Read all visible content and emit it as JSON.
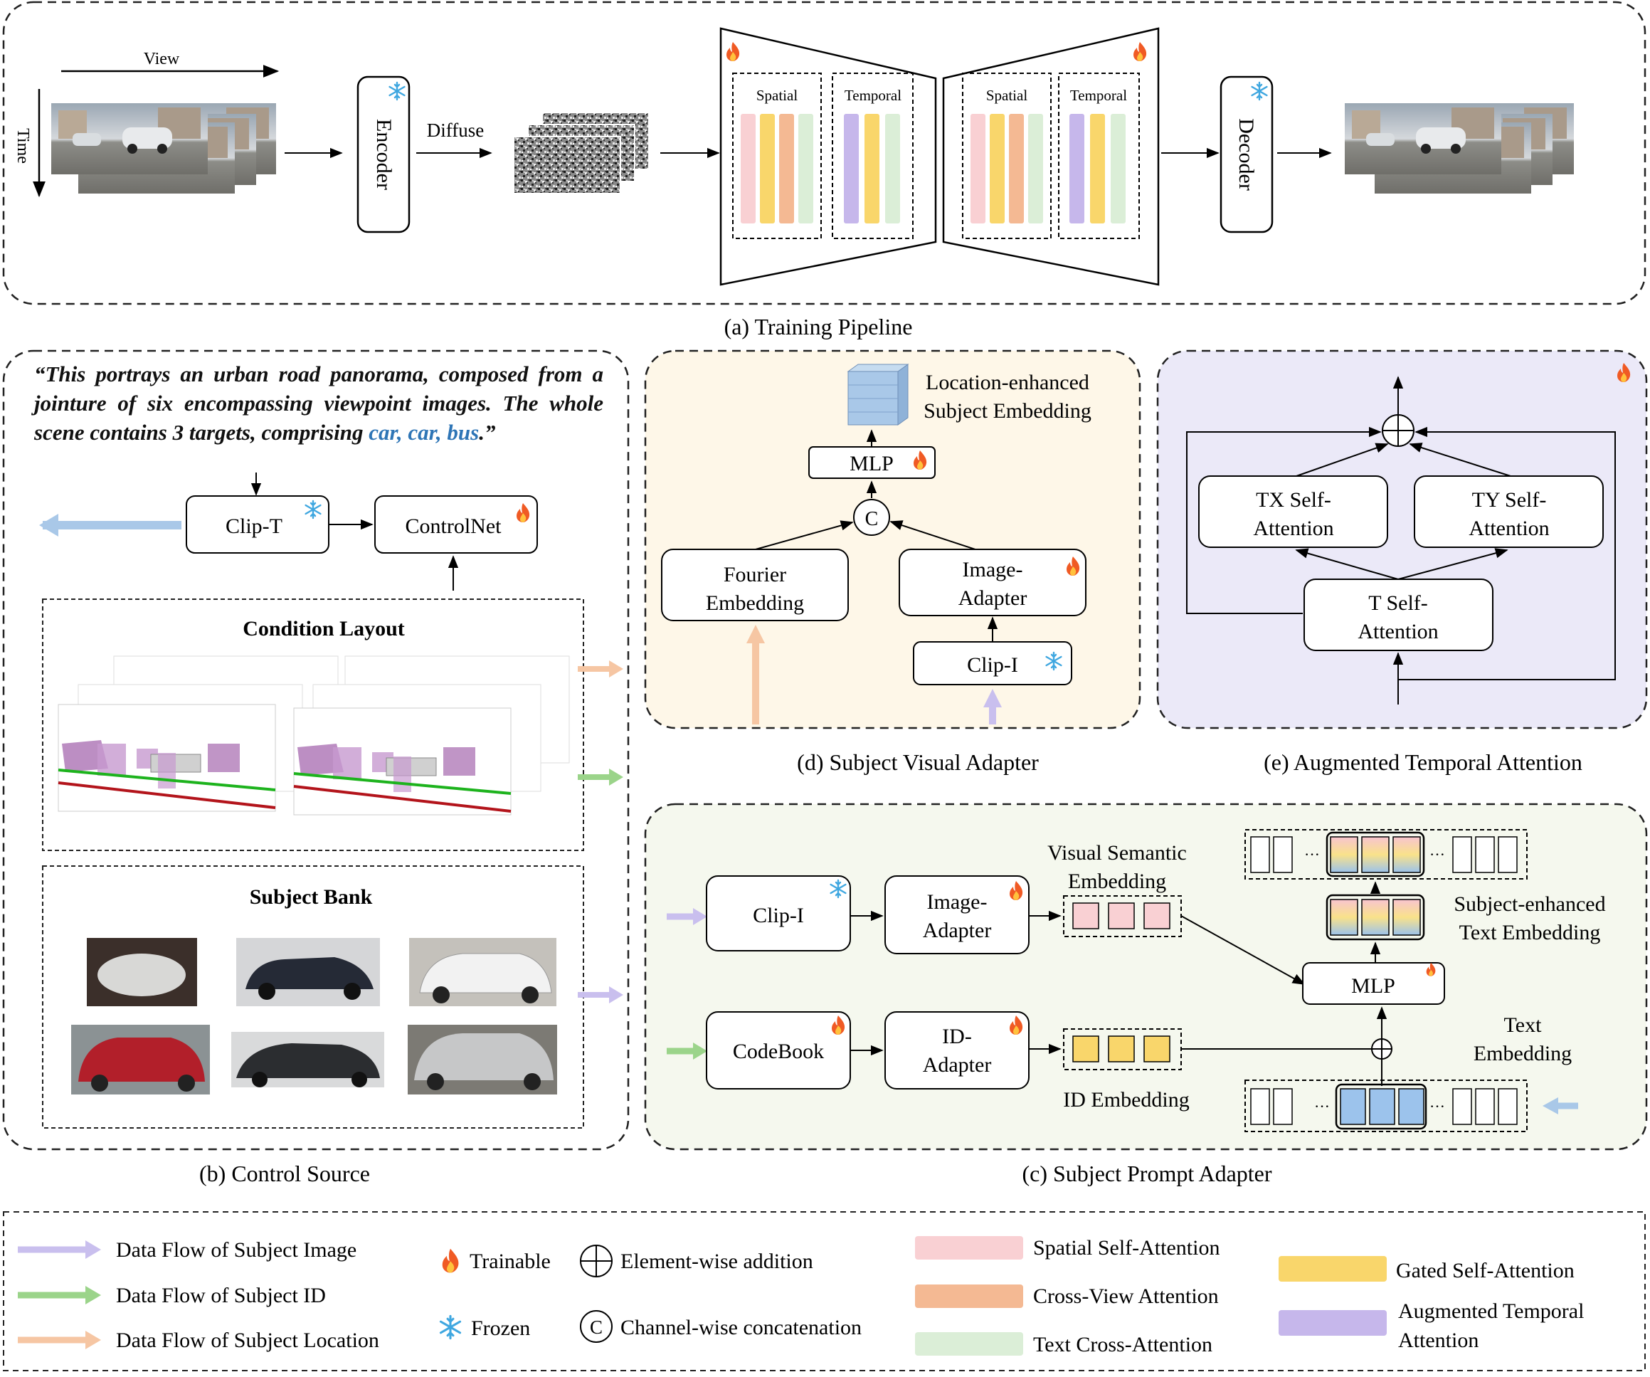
{
  "captions": {
    "a": "(a) Training Pipeline",
    "b": "(b) Control Source",
    "c": "(c) Subject Prompt Adapter",
    "d": "(d) Subject Visual Adapter",
    "e": "(e) Augmented Temporal Attention"
  },
  "pipeline": {
    "view_label": "View",
    "time_label": "Time",
    "encoder_label": "Encoder",
    "diffuse_label": "Diffuse",
    "decoder_label": "Decoder",
    "spatial_label": "Spatial",
    "temporal_label": "Temporal"
  },
  "control_source": {
    "quote_part1": "“This portrays an urban road panorama, composed from a jointure of six encompassing viewpoint images. The whole scene contains 3 targets, comprising ",
    "quote_cars": "car, car, bus",
    "quote_part2": ".”",
    "clip_t_label": "Clip-T",
    "controlnet_label": "ControlNet",
    "condition_layout_title": "Condition Layout",
    "subject_bank_title": "Subject Bank"
  },
  "visual_adapter": {
    "output_label_line1": "Location-enhanced",
    "output_label_line2": "Subject  Embedding",
    "mlp_label": "MLP",
    "concat_symbol": "C",
    "fourier_line1": "Fourier",
    "fourier_line2": "Embedding",
    "image_adapter_line1": "Image-",
    "image_adapter_line2": "Adapter",
    "clip_i_label": "Clip-I"
  },
  "temporal_attention": {
    "tx_line1": "TX Self-",
    "tx_line2": "Attention",
    "ty_line1": "TY Self-",
    "ty_line2": "Attention",
    "t_line1": "T Self-",
    "t_line2": "Attention"
  },
  "prompt_adapter": {
    "clip_i_label": "Clip-I",
    "image_adapter_line1": "Image-",
    "image_adapter_line2": "Adapter",
    "codebook_label": "CodeBook",
    "id_adapter_line1": "ID-",
    "id_adapter_line2": "Adapter",
    "visual_semantic_line1": "Visual Semantic",
    "visual_semantic_line2": "Embedding",
    "id_embedding_label": "ID Embedding",
    "mlp_label": "MLP",
    "subject_enhanced_line1": "Subject-enhanced",
    "subject_enhanced_line2": "Text Embedding",
    "text_embedding_line1": "Text",
    "text_embedding_line2": "Embedding",
    "ellipsis": "···"
  },
  "legend": {
    "flow_image": "Data Flow of Subject Image",
    "flow_id": "Data Flow of Subject ID",
    "flow_location": "Data Flow of Subject Location",
    "trainable": "Trainable",
    "frozen": "Frozen",
    "element_wise": "Element-wise addition",
    "channel_wise": "Channel-wise concatenation",
    "channel_symbol": "C",
    "spatial_self": "Spatial Self-Attention",
    "cross_view": "Cross-View Attention",
    "text_cross": "Text Cross-Attention",
    "gated_self": "Gated Self-Attention",
    "augmented_temporal_line1": "Augmented Temporal",
    "augmented_temporal_line2": "Attention"
  },
  "colors": {
    "spatial_self": "#f9d0d3",
    "cross_view": "#f4b993",
    "text_cross": "#dbeed7",
    "gated_self": "#f9d66b",
    "augmented_temporal": "#c6b7eb",
    "flow_image": "#c9bfee",
    "flow_id": "#9bd48a",
    "flow_location": "#f6c6a3",
    "text_blue": "#2e75b6",
    "panel_d_bg": "#fef7e8",
    "panel_e_bg": "#ebe9f8",
    "panel_c_bg": "#f5f8ee"
  },
  "icons": {
    "trainable": "flame-icon",
    "frozen": "snowflake-icon",
    "element_wise": "circled-plus-icon",
    "channel_wise": "circled-c-icon"
  }
}
